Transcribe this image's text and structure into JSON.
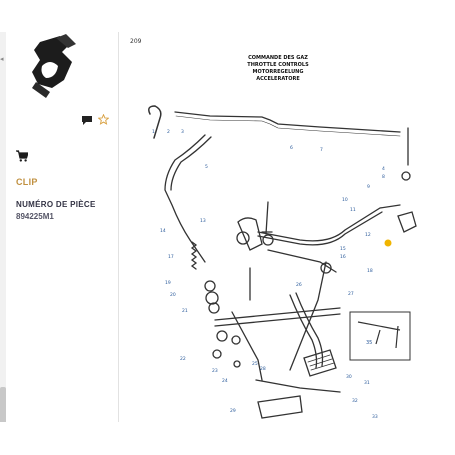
{
  "product": {
    "name": "CLIP",
    "number_label": "NUMÉRO DE PIÈCE",
    "number": "894225M1"
  },
  "thumbnail": {
    "nav_glyph": "◂"
  },
  "icons": {
    "comment": "comment-icon",
    "favorite": "star-outline-icon",
    "cart": "cart-icon"
  },
  "diagram": {
    "page_number": "209",
    "titles": [
      "COMMANDE DES GAZ",
      "THROTTLE CONTROLS",
      "MOTORREGELUNG",
      "ACCELERATORE"
    ],
    "callouts": [
      "1",
      "2",
      "3",
      "4",
      "5",
      "6",
      "7",
      "8",
      "9",
      "10",
      "11",
      "12",
      "13",
      "14",
      "15",
      "16",
      "17",
      "18",
      "19",
      "20",
      "21",
      "22",
      "23",
      "24",
      "25",
      "26",
      "27",
      "28",
      "29",
      "30",
      "31",
      "32",
      "33"
    ],
    "inset_callout": "35",
    "highlighted_part_callout": "13"
  },
  "colors": {
    "accent": "#c09040",
    "heading": "#334455",
    "icon_dark": "#222222",
    "star": "#d8a040",
    "highlight": "#f0b400",
    "callout": "#2a5a9a"
  }
}
